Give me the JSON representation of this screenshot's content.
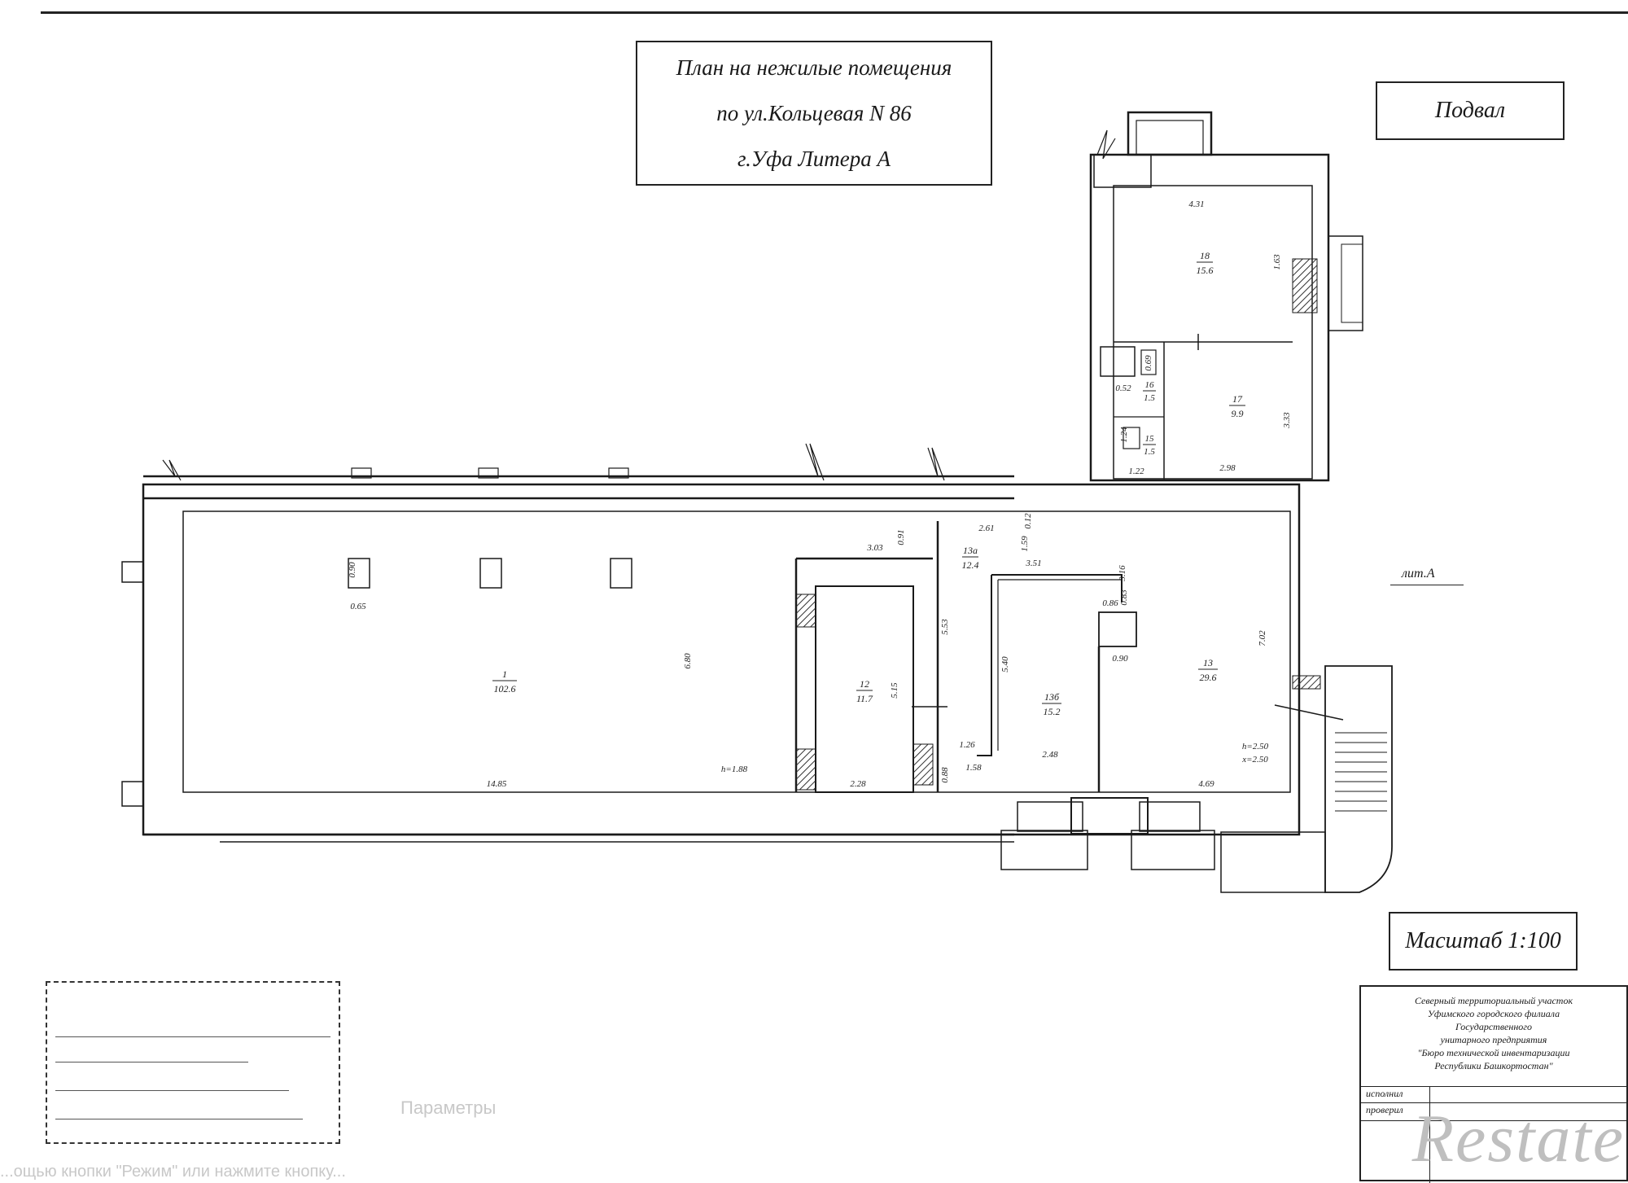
{
  "title": {
    "line1": "План на нежилые помещения",
    "line2": "по ул.Кольцевая N 86",
    "line3": "г.Уфа Литера А"
  },
  "level_label": "Подвал",
  "scale_label": "Масштаб 1:100",
  "litera_label": "лит.А",
  "rooms": [
    {
      "id": "room-18",
      "number": "18",
      "area": "15.6"
    },
    {
      "id": "room-17",
      "number": "17",
      "area": "9.9"
    },
    {
      "id": "room-16",
      "number": "16",
      "area": "1.5"
    },
    {
      "id": "room-15",
      "number": "15",
      "area": "1.5"
    },
    {
      "id": "room-1",
      "number": "1",
      "area": "102.6"
    },
    {
      "id": "room-12",
      "number": "12",
      "area": "11.7"
    },
    {
      "id": "room-13a",
      "number": "13а",
      "area": "12.4"
    },
    {
      "id": "room-13b",
      "number": "13б",
      "area": "15.2"
    },
    {
      "id": "room-13",
      "number": "13",
      "area": "29.6"
    }
  ],
  "dimensions": {
    "d431": "4.31",
    "d163": "1.63",
    "d333": "3.33",
    "d298": "2.98",
    "d052": "0.52",
    "d124": "1.24",
    "d122": "1.22",
    "d069": "0.69",
    "d303": "3.03",
    "d091": "0.91",
    "d261": "2.61",
    "d159": "1.59",
    "d012": "0.12",
    "d351": "3.51",
    "d316": "3.16",
    "d086": "0.86",
    "d083": "0.83",
    "d090a": "0.90",
    "d065": "0.65",
    "d680": "6.80",
    "d553": "5.53",
    "d515": "5.15",
    "d540": "5.40",
    "d090b": "0.90",
    "d702": "7.02",
    "d1485": "14.85",
    "h188": "h=1.88",
    "d228": "2.28",
    "d126": "1.26",
    "d158": "1.58",
    "d088": "0.88",
    "d248": "2.48",
    "d469": "4.69",
    "h250": "h=2.50",
    "x250": "x=2.50"
  },
  "stamp": {
    "line1": "Северный территориальный участок",
    "line2": "Уфимского городского филиала",
    "line3": "Государственного",
    "line4": "унитарного предприятия",
    "line5": "\"Бюро технической инвентаризации",
    "line6": "Республики Башкортостан\"",
    "row1": "исполнил",
    "row2": "проверил"
  },
  "background_ui": {
    "params": "Параметры",
    "hint": "...ощью кнопки \"Режим\" или нажмите кнопку..."
  },
  "watermark": "Restate"
}
